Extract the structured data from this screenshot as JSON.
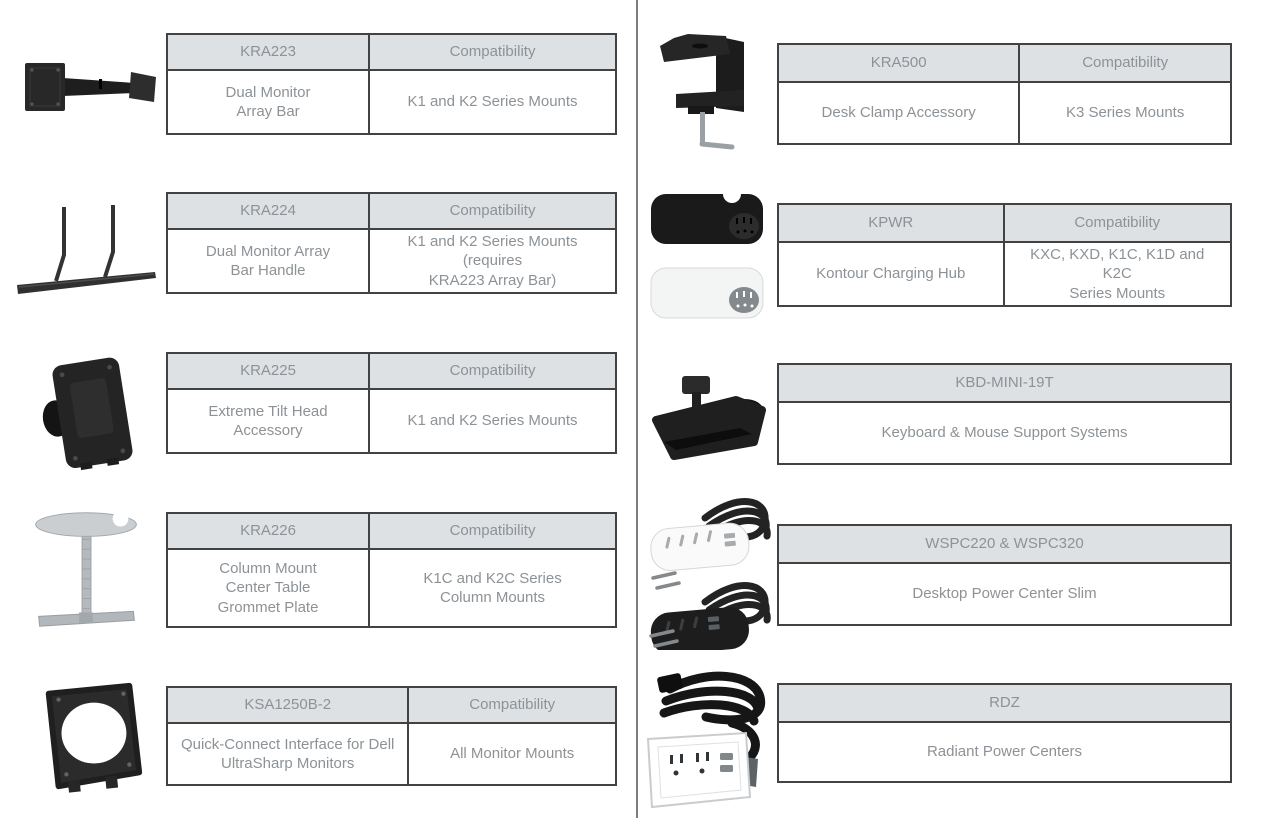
{
  "labels": {
    "compatibility": "Compatibility"
  },
  "colors": {
    "background": "#ffffff",
    "header_bg": "#dde1e4",
    "table_border": "#424242",
    "text": "#8d9296",
    "divider": "#7d7d7d"
  },
  "left_column": [
    {
      "model": "KRA223",
      "description": "Dual Monitor\nArray Bar",
      "compatibility": "K1 and K2 Series Mounts",
      "image": "dual-monitor-array-bar"
    },
    {
      "model": "KRA224",
      "description": "Dual Monitor Array\nBar Handle",
      "compatibility": "K1 and K2 Series Mounts  (requires\nKRA223 Array Bar)",
      "image": "dual-monitor-array-bar-handle"
    },
    {
      "model": "KRA225",
      "description": "Extreme Tilt Head Accessory",
      "compatibility": "K1 and K2 Series Mounts",
      "image": "extreme-tilt-head-accessory"
    },
    {
      "model": "KRA226",
      "description": "Column Mount\nCenter Table\nGrommet Plate",
      "compatibility": "K1C and K2C Series\nColumn Mounts",
      "image": "column-mount-grommet-plate"
    },
    {
      "model": "KSA1250B-2",
      "description": "Quick-Connect Interface for Dell\nUltraSharp Monitors",
      "compatibility": "All Monitor Mounts",
      "image": "quick-connect-interface-plate"
    }
  ],
  "right_column": [
    {
      "model": "KRA500",
      "description": "Desk Clamp Accessory",
      "compatibility": "K3 Series Mounts",
      "image": "desk-clamp-accessory"
    },
    {
      "model": "KPWR",
      "description": "Kontour Charging Hub",
      "compatibility": "KXC, KXD, K1C, K1D and K2C\nSeries Mounts",
      "image": "kontour-charging-hubs"
    },
    {
      "model": "KBD-MINI-19T",
      "description": "Keyboard & Mouse Support Systems",
      "image": "keyboard-mouse-tray"
    },
    {
      "model": "WSPC220 & WSPC320",
      "description": "Desktop Power Center Slim",
      "image": "desktop-power-centers"
    },
    {
      "model": "RDZ",
      "description": "Radiant Power Centers",
      "image": "radiant-power-center"
    }
  ]
}
